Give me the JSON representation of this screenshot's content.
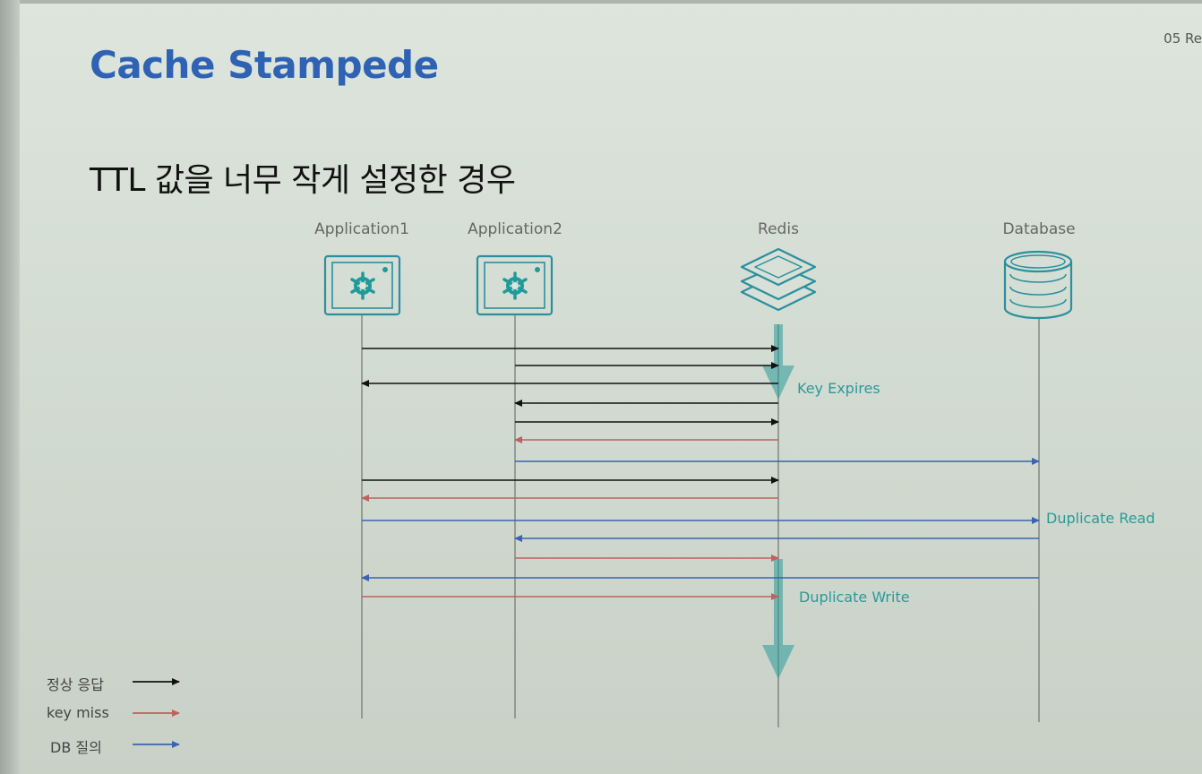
{
  "slide": {
    "page_tag": "05 Re",
    "title": "Cache Stampede",
    "subtitle": "TTL 값을 너무 작게 설정한 경우"
  },
  "columns": {
    "app1": "Application1",
    "app2": "Application2",
    "redis": "Redis",
    "database": "Database"
  },
  "annotations": {
    "key_expires": "Key Expires",
    "duplicate_read": "Duplicate Read",
    "duplicate_write": "Duplicate Write"
  },
  "legend": {
    "normal": "정상 응답",
    "miss": "key miss",
    "db": "DB 질의"
  },
  "colors": {
    "title": "#2f62b3",
    "normal": "#111111",
    "miss": "#c0605f",
    "db": "#3b63b0",
    "accent": "#2a9a99"
  },
  "messages": [
    {
      "from": "Application1",
      "to": "Redis",
      "type": "normal"
    },
    {
      "from": "Application2",
      "to": "Redis",
      "type": "normal"
    },
    {
      "from": "Redis",
      "to": "Application1",
      "type": "normal"
    },
    {
      "from": "Redis",
      "to": "Application2",
      "type": "normal"
    },
    {
      "from": "Application2",
      "to": "Redis",
      "type": "normal"
    },
    {
      "from": "Redis",
      "to": "Application2",
      "type": "miss"
    },
    {
      "from": "Application2",
      "to": "Database",
      "type": "db"
    },
    {
      "from": "Application1",
      "to": "Redis",
      "type": "normal"
    },
    {
      "from": "Redis",
      "to": "Application1",
      "type": "miss"
    },
    {
      "from": "Application1",
      "to": "Database",
      "type": "db"
    },
    {
      "from": "Database",
      "to": "Application2",
      "type": "db"
    },
    {
      "from": "Application2",
      "to": "Redis",
      "type": "miss"
    },
    {
      "from": "Database",
      "to": "Application1",
      "type": "db"
    },
    {
      "from": "Application1",
      "to": "Redis",
      "type": "miss"
    }
  ]
}
